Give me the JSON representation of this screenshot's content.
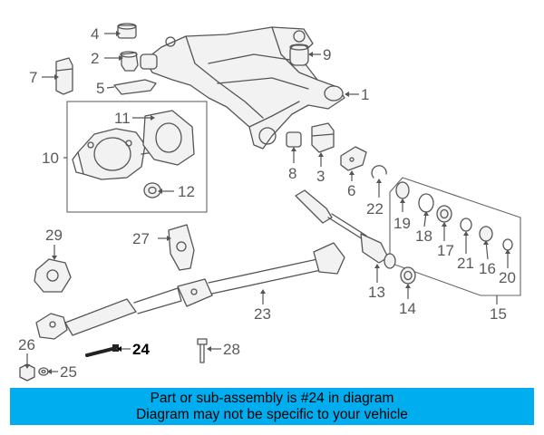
{
  "callouts": {
    "c1": "1",
    "c2": "2",
    "c3": "3",
    "c4": "4",
    "c5": "5",
    "c6": "6",
    "c7": "7",
    "c8": "8",
    "c9": "9",
    "c10": "10",
    "c11": "11",
    "c12": "12",
    "c13": "13",
    "c14": "14",
    "c15": "15",
    "c16": "16",
    "c17": "17",
    "c18": "18",
    "c19": "19",
    "c20": "20",
    "c21": "21",
    "c22": "22",
    "c23": "23",
    "c24": "24",
    "c25": "25",
    "c26": "26",
    "c27": "27",
    "c28": "28",
    "c29": "29"
  },
  "highlighted_part": "24",
  "banner": {
    "line1": "Part or sub-assembly is #24 in diagram",
    "line2": "Diagram may not be specific to your vehicle",
    "background": "#00aeef"
  }
}
